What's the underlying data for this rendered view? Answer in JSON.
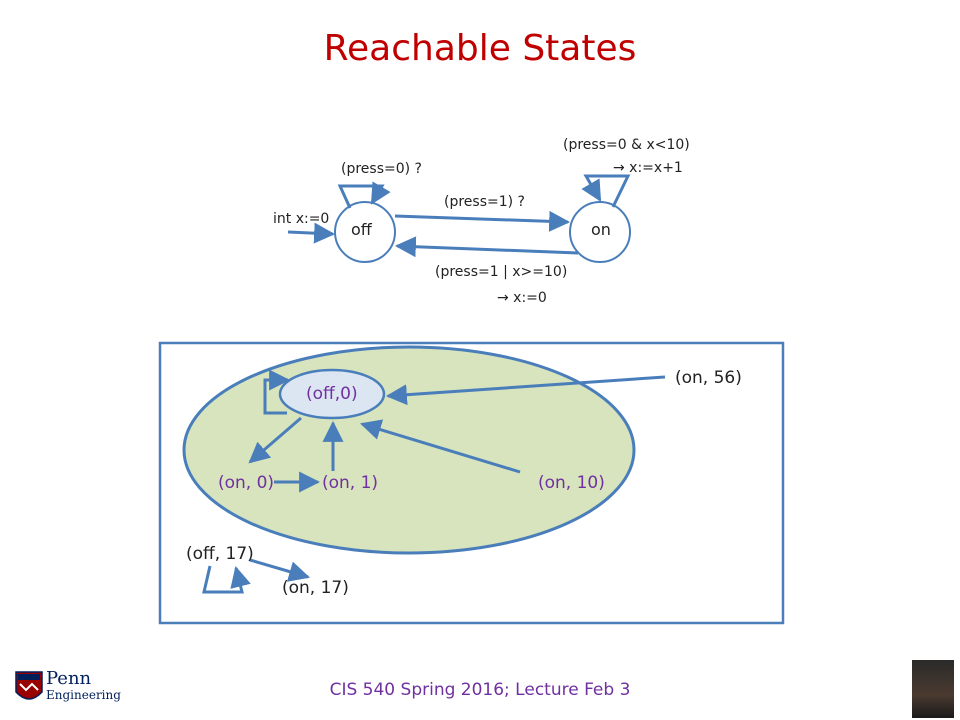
{
  "title": "Reachable States",
  "top_diagram": {
    "state_off": "off",
    "state_on": "on",
    "init_label": "int x:=0",
    "self_off_label": "(press=0) ?",
    "off_to_on_label": "(press=1) ?",
    "self_on_label_1": "(press=0 & x<10)",
    "self_on_label_2": "→ x:=x+1",
    "on_to_off_label_1": "(press=1 | x>=10)",
    "on_to_off_label_2": "→ x:=0"
  },
  "reachable_box": {
    "initial_state": "(off,0)",
    "states_in_ellipse": [
      "(on, 0)",
      "(on, 1)",
      "(on, 10)"
    ],
    "outside_states": [
      "(on, 56)",
      "(off, 17)",
      "(on, 17)"
    ]
  },
  "footer": "CIS 540 Spring 2016; Lecture Feb 3",
  "logo_text": [
    "Penn",
    "Engineering"
  ],
  "colors": {
    "title": "#c00000",
    "arrow": "#4a7ebb",
    "ellipse_fill": "#d7e4bd",
    "node_fill": "#dce6f2",
    "state_text": "#7030a0",
    "footer": "#7030a0"
  }
}
